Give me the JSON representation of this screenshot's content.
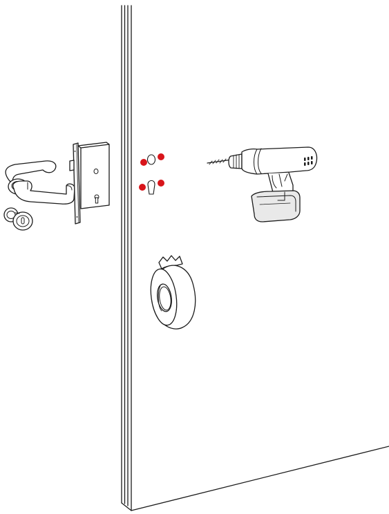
{
  "illustration": {
    "type": "door lock installation instruction",
    "parts": [
      "door-edge",
      "lever-handle",
      "key-cylinder-rosette",
      "mortise-lock",
      "marked-drill-holes",
      "cordless-drill",
      "adhesive-tape-roll"
    ],
    "colors": {
      "line": "#1a1a1a",
      "marker": "#d8151b",
      "background": "#ffffff",
      "fill": "#ffffff",
      "shade": "#e9e9e9"
    },
    "markers": {
      "count": 4
    }
  }
}
